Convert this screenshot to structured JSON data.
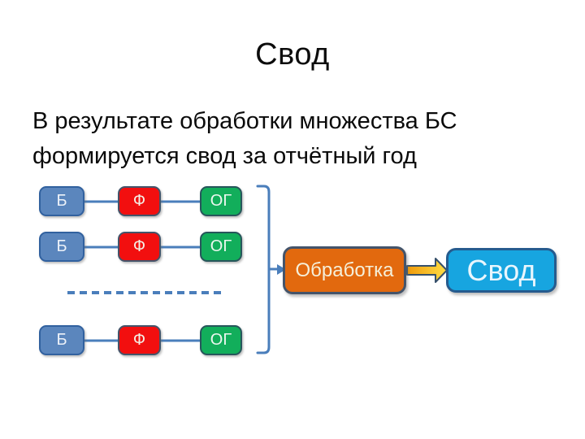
{
  "slide": {
    "title": "Свод"
  },
  "body": {
    "line1": "В результате обработки множества БС",
    "line2": "формируется свод за отчётный год"
  },
  "diagram": {
    "rows": [
      {
        "b": "Б",
        "f": "Ф",
        "og": "ОГ"
      },
      {
        "b": "Б",
        "f": "Ф",
        "og": "ОГ"
      },
      {
        "b": "Б",
        "f": "Ф",
        "og": "ОГ"
      }
    ],
    "process_label": "Обработка",
    "result_label": "Свод",
    "colors": {
      "box_b_fill": "#5B86BD",
      "box_b_border": "#31619F",
      "box_f_fill": "#F20F0F",
      "box_og_fill": "#12AE5B",
      "dark_border": "#44546A",
      "connector": "#4A7EBB",
      "process_fill": "#E2690E",
      "process_text": "#F5EFD9",
      "result_fill": "#17A5E0",
      "result_border": "#265B8E",
      "arrow_fill_left": "#F09A0A",
      "arrow_fill_right": "#FFDE45",
      "title_color": "#0C0C0C"
    }
  }
}
